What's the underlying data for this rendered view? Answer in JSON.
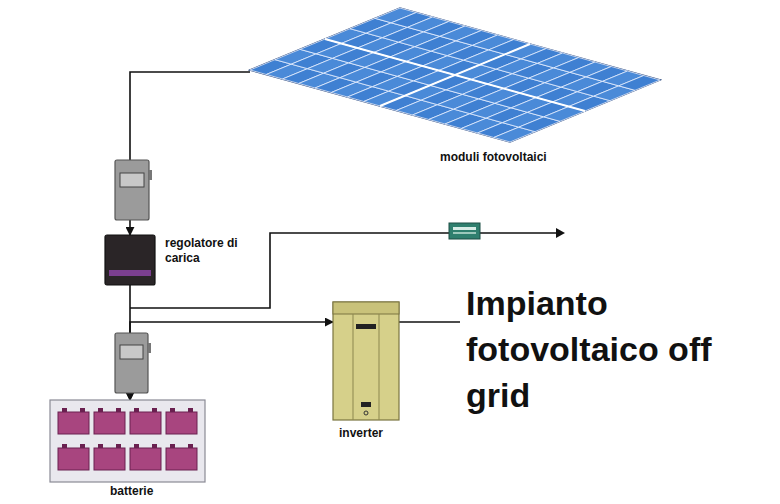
{
  "diagram": {
    "title": "Impianto fotovoltaico off grid",
    "nodes": [
      {
        "text": [
          "moduli fotovoltaici"
        ]
      },
      {
        "text": [
          "regolatore di carica"
        ]
      },
      {
        "text": [
          "inverter"
        ]
      },
      {
        "text": [
          "batterie"
        ]
      }
    ],
    "edges": [
      {
        "from": 0,
        "to": 1,
        "arrow": "to"
      },
      {
        "from": 1,
        "to": 3,
        "arrow": "to"
      },
      {
        "from": 3,
        "to": 2,
        "arrow": "both"
      }
    ]
  }
}
